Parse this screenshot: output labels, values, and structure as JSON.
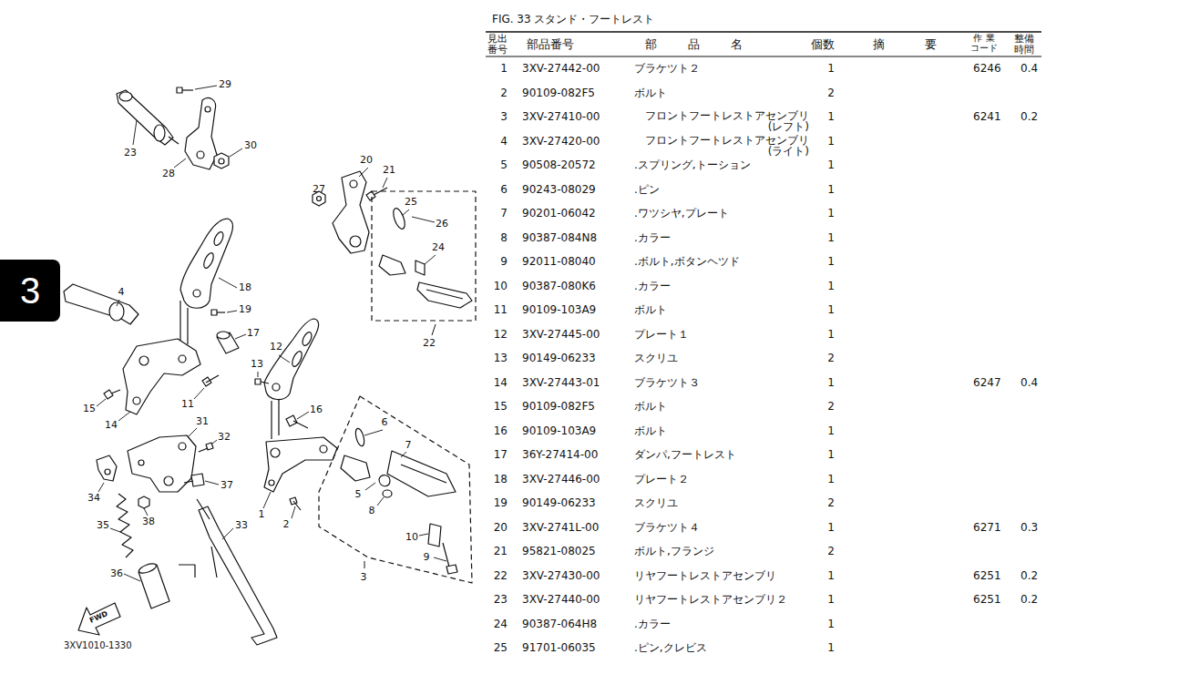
{
  "diagram": {
    "title": "FIG. 33 スタンド・フートレスト",
    "nodes": [
      {
        "text": [
          "3"
        ]
      }
    ],
    "edges": [],
    "labels": [
      "見出 番号",
      "部品番号",
      "部 品 名",
      "個数",
      "摘 要",
      "作 業 コード",
      "整備 時間",
      "1",
      "3XV-27442-00",
      "ブラケツト２",
      "1",
      "6246",
      "0.4",
      "2",
      "90109-082F5",
      "ボルト",
      "2",
      "3",
      "3XV-27410-00",
      "フロントフートレストアセンブリ (レフト)",
      "1",
      "6241",
      "0.2",
      "4",
      "3XV-27420-00",
      "フロントフートレストアセンブリ (ライト)",
      "1",
      "5",
      "90508-20572",
      ".スプリング,トーション",
      "1",
      "6",
      "90243-08029",
      ".ピン",
      "1",
      "7",
      "90201-06042",
      ".ワツシヤ,プレート",
      "1",
      "8",
      "90387-084N8",
      ".カラー",
      "1",
      "9",
      "92011-08040",
      ".ボルト,ボタンヘツド",
      "1",
      "10",
      "90387-080K6",
      ".カラー",
      "1",
      "11",
      "90109-103A9",
      "ボルト",
      "1",
      "12",
      "3XV-27445-00",
      "プレート１",
      "1",
      "13",
      "90149-06233",
      "スクリユ",
      "2",
      "14",
      "3XV-27443-01",
      "ブラケツト３",
      "1",
      "6247",
      "0.4",
      "15",
      "90109-082F5",
      "ボルト",
      "2",
      "16",
      "90109-103A9",
      "ボルト",
      "1",
      "17",
      "36Y-27414-00",
      "ダンパ,フートレスト",
      "1",
      "18",
      "3XV-27446-00",
      "プレート２",
      "1",
      "19",
      "90149-06233",
      "スクリユ",
      "2",
      "20",
      "3XV-2741L-00",
      "ブラケツト４",
      "1",
      "6271",
      "0.3",
      "21",
      "95821-08025",
      "ボルト,フランジ",
      "2",
      "22",
      "3XV-27430-00",
      "リヤフートレストアセンブリ",
      "1",
      "6251",
      "0.2",
      "23",
      "3XV-27440-00",
      "リヤフートレストアセンブリ２",
      "1",
      "6251",
      "0.2",
      "24",
      "90387-064H8",
      ".カラー",
      "1",
      "25",
      "91701-06035",
      ".ピン,クレビス",
      "1",
      "29",
      "23",
      "28",
      "30",
      "27",
      "20",
      "21",
      "25",
      "26",
      "24",
      "22",
      "4",
      "18",
      "19",
      "17",
      "12",
      "13",
      "11",
      "15",
      "14",
      "16",
      "6",
      "7",
      "31",
      "32",
      "37",
      "34",
      "38",
      "35",
      "33",
      "36",
      "5",
      "8",
      "1",
      "2",
      "10",
      "9",
      "3",
      "3XV1010-1330",
      "FWD"
    ]
  }
}
